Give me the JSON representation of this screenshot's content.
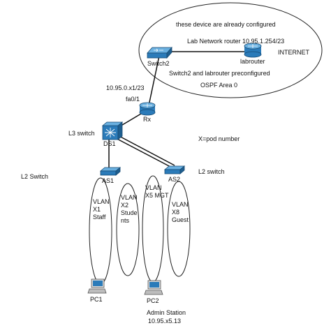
{
  "cloud": {
    "note": "these device are already configured",
    "router_label": "Lab Network router 10.95.1.254/23",
    "internet": "INTERNET",
    "switch2": "Switch2",
    "labrouter": "labrouter",
    "preconf": "Switch2 and labrouter preconfigured",
    "ospf": "OSPF Area 0"
  },
  "rx": {
    "ip": "10.95.0.x1/23",
    "iface": "fa0/1",
    "name": "Rx"
  },
  "l3": {
    "role": "L3 switch",
    "name": "DS1"
  },
  "pod_note": "X=pod number",
  "l2_left": "L2 Switch",
  "l2_right": "L2 switch",
  "as1": "AS1",
  "as2": "AS2",
  "vlans": {
    "v1": [
      "VLAN",
      "X1",
      "Staff"
    ],
    "v2": [
      "VLAN",
      "X2",
      "Stude",
      "nts"
    ],
    "v5": [
      "VLAN",
      "X5 MGT"
    ],
    "v8": [
      "VLAN",
      "X8",
      "Guest"
    ]
  },
  "pc1": "PC1",
  "pc2": "PC2",
  "admin": [
    "Admin Station",
    "10.95.x5.13"
  ],
  "colors": {
    "device_blue": "#2b7bb9",
    "device_dark": "#174a73",
    "line": "#111111"
  }
}
